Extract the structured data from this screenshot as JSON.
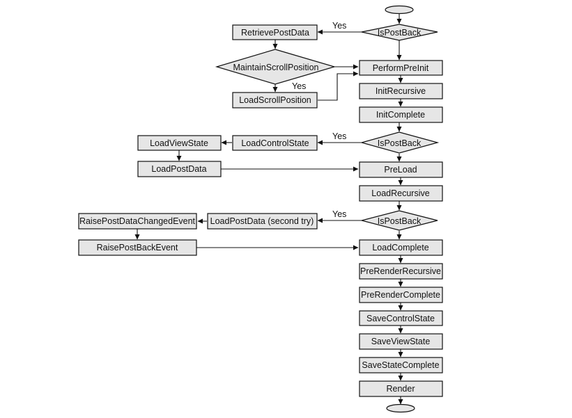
{
  "diagram": {
    "edge_label_yes": "Yes",
    "nodes": {
      "start": "",
      "ispostback1": "IsPostBack",
      "retrieve": "RetrievePostData",
      "maintain": "MaintainScrollPosition",
      "loadscroll": "LoadScrollPosition",
      "performpreinit": "PerformPreInit",
      "initrecursive": "InitRecursive",
      "initcomplete": "InitComplete",
      "ispostback2": "IsPostBack",
      "loadcontrolstate": "LoadControlState",
      "loadviewstate": "LoadViewState",
      "loadpostdata": "LoadPostData",
      "preload": "PreLoad",
      "loadrecursive": "LoadRecursive",
      "ispostback3": "IsPostBack",
      "loadpostdata2": "LoadPostData (second try)",
      "raisepostdatachanged": "RaisePostDataChangedEvent",
      "raisepostback": "RaisePostBackEvent",
      "loadcomplete": "LoadComplete",
      "prerenderrecursive": "PreRenderRecursive",
      "prerendercomplete": "PreRenderComplete",
      "savecontrolstate": "SaveControlState",
      "saveviewstate": "SaveViewState",
      "savestatecomplete": "SaveStateComplete",
      "render": "Render",
      "end": ""
    },
    "edges": [
      {
        "from": "start",
        "to": "ispostback1",
        "label": ""
      },
      {
        "from": "ispostback1",
        "to": "retrieve",
        "label": "Yes"
      },
      {
        "from": "ispostback1",
        "to": "performpreinit",
        "label": ""
      },
      {
        "from": "retrieve",
        "to": "maintain",
        "label": ""
      },
      {
        "from": "maintain",
        "to": "performpreinit",
        "label": ""
      },
      {
        "from": "maintain",
        "to": "loadscroll",
        "label": "Yes"
      },
      {
        "from": "loadscroll",
        "to": "performpreinit",
        "label": ""
      },
      {
        "from": "performpreinit",
        "to": "initrecursive",
        "label": ""
      },
      {
        "from": "initrecursive",
        "to": "initcomplete",
        "label": ""
      },
      {
        "from": "initcomplete",
        "to": "ispostback2",
        "label": ""
      },
      {
        "from": "ispostback2",
        "to": "loadcontrolstate",
        "label": "Yes"
      },
      {
        "from": "ispostback2",
        "to": "preload",
        "label": ""
      },
      {
        "from": "loadcontrolstate",
        "to": "loadviewstate",
        "label": ""
      },
      {
        "from": "loadviewstate",
        "to": "loadpostdata",
        "label": ""
      },
      {
        "from": "loadpostdata",
        "to": "preload",
        "label": ""
      },
      {
        "from": "preload",
        "to": "loadrecursive",
        "label": ""
      },
      {
        "from": "loadrecursive",
        "to": "ispostback3",
        "label": ""
      },
      {
        "from": "ispostback3",
        "to": "loadpostdata2",
        "label": "Yes"
      },
      {
        "from": "ispostback3",
        "to": "loadcomplete",
        "label": ""
      },
      {
        "from": "loadpostdata2",
        "to": "raisepostdatachanged",
        "label": ""
      },
      {
        "from": "raisepostdatachanged",
        "to": "raisepostback",
        "label": ""
      },
      {
        "from": "raisepostback",
        "to": "loadcomplete",
        "label": ""
      },
      {
        "from": "loadcomplete",
        "to": "prerenderrecursive",
        "label": ""
      },
      {
        "from": "prerenderrecursive",
        "to": "prerendercomplete",
        "label": ""
      },
      {
        "from": "prerendercomplete",
        "to": "savecontrolstate",
        "label": ""
      },
      {
        "from": "savecontrolstate",
        "to": "saveviewstate",
        "label": ""
      },
      {
        "from": "saveviewstate",
        "to": "savestatecomplete",
        "label": ""
      },
      {
        "from": "savestatecomplete",
        "to": "render",
        "label": ""
      },
      {
        "from": "render",
        "to": "end",
        "label": ""
      }
    ]
  }
}
